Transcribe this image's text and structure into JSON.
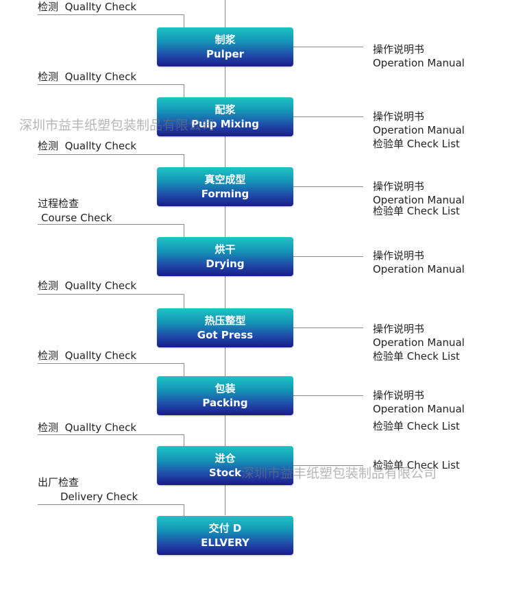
{
  "steps": [
    {
      "zh": "制浆",
      "en": "Pulper"
    },
    {
      "zh": "配浆",
      "en": "Pulp Mixing"
    },
    {
      "zh": "真空成型",
      "en": "Forming"
    },
    {
      "zh": "烘干",
      "en": "Drying"
    },
    {
      "zh": "热压整型",
      "en": "Got Press"
    },
    {
      "zh": "包装",
      "en": "Packing"
    },
    {
      "zh": "进仓",
      "en": "Stock"
    },
    {
      "zh": "交付 D",
      "en": "ELLVERY"
    }
  ],
  "checks": [
    {
      "zh": "检测",
      "en": "Quallty Check"
    },
    {
      "zh": "检测",
      "en": "Quallty Check"
    },
    {
      "zh": "检测",
      "en": "Quallty Check"
    },
    {
      "zh": "过程检查",
      "en": "Course Check"
    },
    {
      "zh": "检测",
      "en": "Quallty Check"
    },
    {
      "zh": "检测",
      "en": "Quallty Check"
    },
    {
      "zh": "检测",
      "en": "Quallty Check"
    },
    {
      "zh": "出厂检查",
      "en": "Delivery Check"
    }
  ],
  "docs": {
    "manual_zh": "操作说明书",
    "manual_en": "Operation Manual",
    "checklist": "检验单  Check List"
  },
  "watermark": "深圳市益丰纸塑包装制品有限公司"
}
